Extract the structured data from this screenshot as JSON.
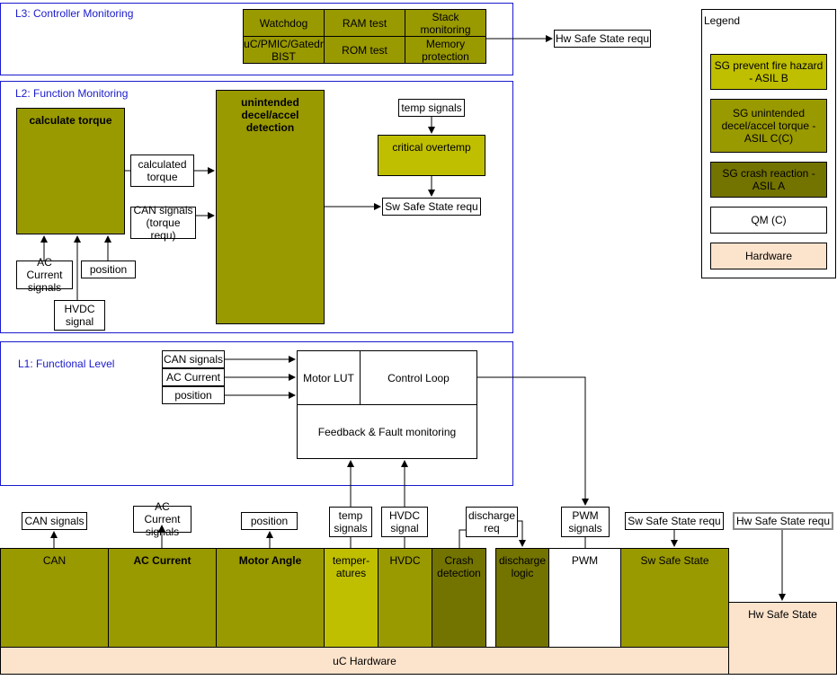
{
  "colors": {
    "asil_b": "#bfbf00",
    "asil_c": "#999900",
    "asil_a": "#737300",
    "qm": "#ffffff",
    "hardware": "#fce3cc",
    "panel_border": "#1a1acd"
  },
  "l3": {
    "title": "L3: Controller Monitoring",
    "cells": [
      "Watchdog",
      "RAM test",
      "Stack monitoring",
      "uC/PMIC/Gatedr BIST",
      "ROM test",
      "Memory protection"
    ],
    "output": "Hw Safe State requ"
  },
  "l2": {
    "title": "L2: Function Monitoring",
    "calc_torque": "calculate torque",
    "calculated_torque": "calculated torque",
    "can_signals": "CAN signals (torque requ)",
    "ac_current": "AC Current signals",
    "position": "position",
    "hvdc": "HVDC signal",
    "unintended": "unintended decel/accel detection",
    "temp_signals": "temp signals",
    "critical_overtemp": "critical overtemp",
    "sw_safe_state": "Sw Safe State requ"
  },
  "l1": {
    "title": "L1: Functional Level",
    "inputs": [
      "CAN signals",
      "AC Current",
      "position"
    ],
    "motor_lut": "Motor LUT",
    "control_loop": "Control Loop",
    "feedback": "Feedback & Fault monitoring"
  },
  "legend": {
    "title": "Legend",
    "items": [
      "SG prevent fire hazard - ASIL B",
      "SG unintended decel/accel torque - ASIL C(C)",
      "SG crash reaction - ASIL A",
      "QM (C)",
      "Hardware"
    ]
  },
  "hw": {
    "labels": {
      "can_signals": "CAN signals",
      "ac_current_signals": "AC Current signals",
      "position": "position",
      "temp_signals": "temp signals",
      "hvdc_signal": "HVDC signal",
      "discharge_req": "discharge req",
      "pwm_signals": "PWM signals",
      "sw_safe_state_requ": "Sw Safe State requ",
      "hw_safe_state_requ": "Hw Safe State requ"
    },
    "blocks": {
      "can": "CAN",
      "ac_current": "AC Current",
      "motor_angle": "Motor Angle",
      "temperatures": "temper-atures",
      "hvdc": "HVDC",
      "crash": "Crash detection",
      "discharge": "discharge logic",
      "pwm": "PWM",
      "sw_safe_state": "Sw Safe State",
      "hw_safe_state": "Hw Safe State",
      "uc_hardware": "uC Hardware"
    }
  }
}
